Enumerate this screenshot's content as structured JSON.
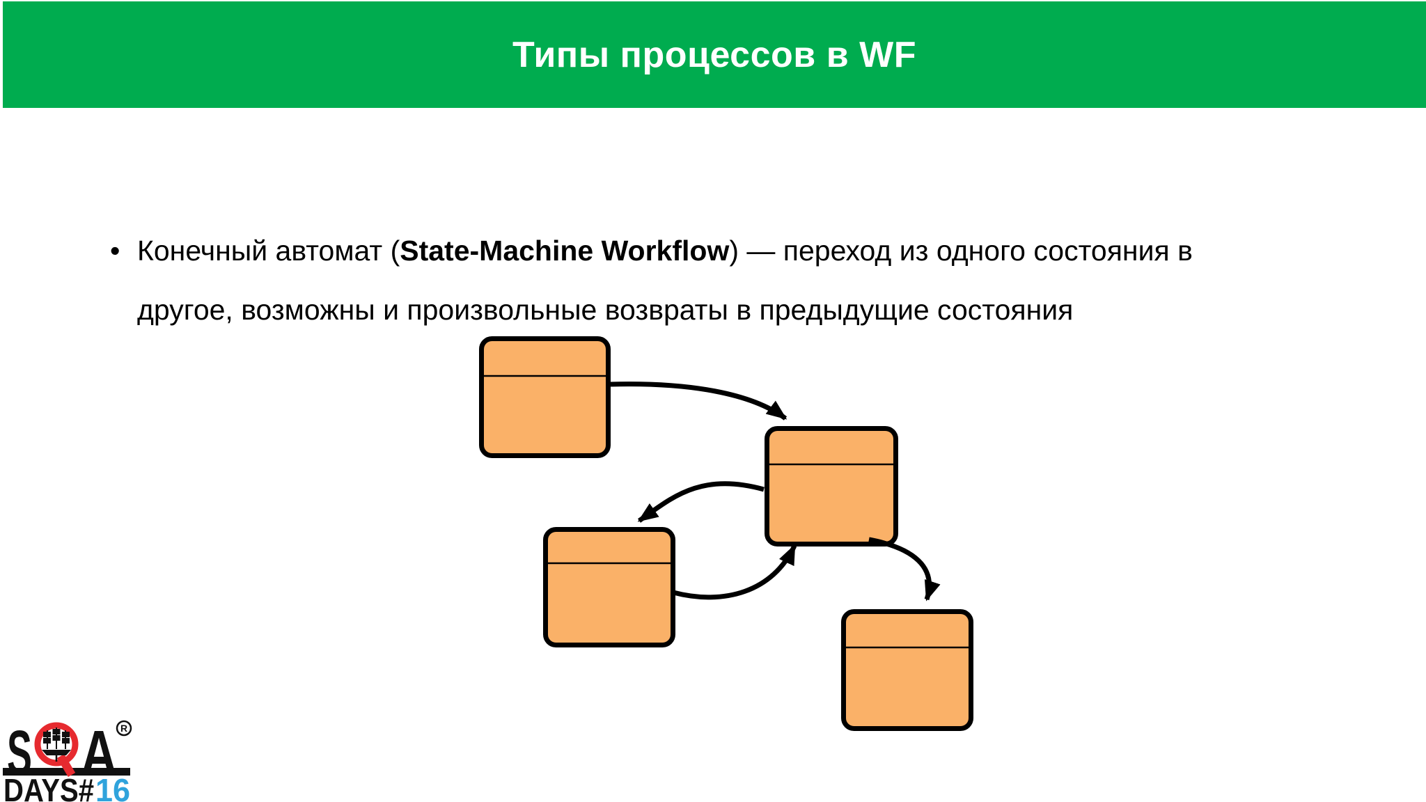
{
  "header": {
    "title": "Типы процессов в WF",
    "bg_color": "#00AC4F",
    "text_color": "#FFFFFF"
  },
  "bullet": {
    "marker": "•",
    "line1_pre": "Конечный автомат (",
    "line1_bold": "State-Machine Workflow",
    "line1_post": ") — переход из одного состояния в",
    "line2": "другое, возможны и произвольные возвраты в предыдущие состояния"
  },
  "diagram": {
    "type": "state-machine",
    "states": 4,
    "state_fill": "#FAB168",
    "state_border": "#000000",
    "arrow_color": "#000000",
    "divider_color": "#000000",
    "transitions": [
      {
        "from": "state-1",
        "to": "state-2"
      },
      {
        "from": "state-2",
        "to": "state-3"
      },
      {
        "from": "state-3",
        "to": "state-2"
      },
      {
        "from": "state-2",
        "to": "state-4"
      }
    ]
  },
  "logo": {
    "s": "S",
    "a": "A",
    "registered": "R",
    "days": "DAYS#",
    "edition": "16",
    "red": "#E62A2F",
    "blue": "#2FA3DC",
    "black": "#111111"
  }
}
